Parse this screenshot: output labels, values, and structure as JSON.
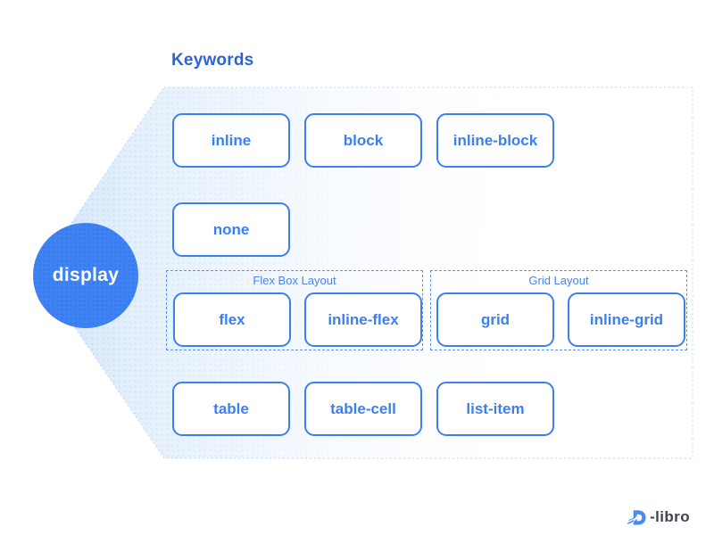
{
  "title": "Keywords",
  "hub": {
    "label": "display"
  },
  "groups": [
    {
      "label": "Flex Box Layout"
    },
    {
      "label": "Grid Layout"
    }
  ],
  "keyword_boxes": [
    {
      "label": "inline"
    },
    {
      "label": "block"
    },
    {
      "label": "inline-block"
    },
    {
      "label": "none"
    },
    {
      "label": "flex"
    },
    {
      "label": "inline-flex"
    },
    {
      "label": "grid"
    },
    {
      "label": "inline-grid"
    },
    {
      "label": "table"
    },
    {
      "label": "table-cell"
    },
    {
      "label": "list-item"
    }
  ],
  "logo": {
    "text": "-libro",
    "icon": "d-libro-book-icon"
  },
  "colors": {
    "box_border_blue": "#3b7ff2",
    "box_text_blue": "#3b7ff2",
    "heading_blue": "#2b63d9",
    "group_dashed_blue": "#5b90ef",
    "group_label_blue": "#4784ea",
    "hub_circle_blue": "#3e82f3",
    "hub_text_white": "#ffffff",
    "panel_tint_blue": "#d4e6fa",
    "panel_border_blue": "#badaf4",
    "logo_icon_blue": "#4a8cec",
    "logo_text_gray": "#3e4551"
  }
}
